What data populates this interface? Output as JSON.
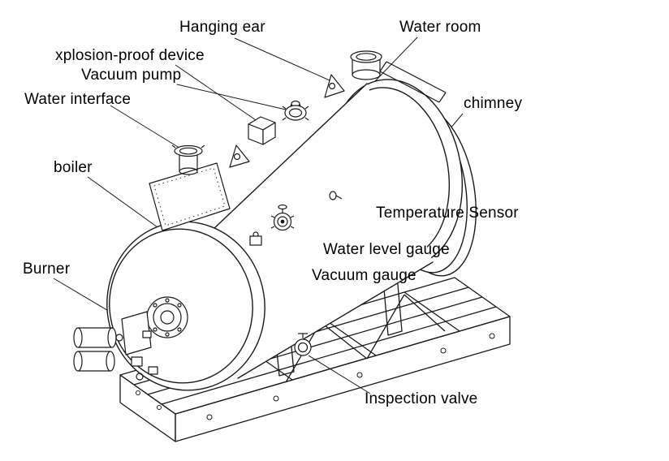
{
  "diagram": {
    "labels": {
      "hanging_ear": "Hanging ear",
      "water_room": "Water room",
      "explosion_proof_device": "xplosion-proof device",
      "vacuum_pump": "Vacuum pump",
      "water_interface": "Water interface",
      "chimney": "chimney",
      "boiler": "boiler",
      "temperature_sensor": "Temperature Sensor",
      "water_level_gauge": "Water level gauge",
      "vacuum_gauge": "Vacuum gauge",
      "burner": "Burner",
      "inspection_valve": "Inspection valve"
    },
    "colors": {
      "line": "#1a1a1a",
      "background": "#ffffff",
      "text": "#000000"
    }
  }
}
